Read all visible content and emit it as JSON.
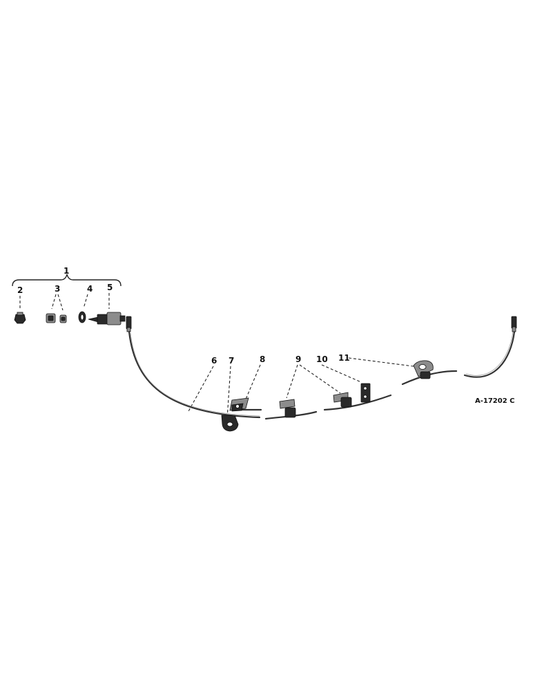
{
  "callouts": {
    "c1": "1",
    "c2": "2",
    "c3": "3",
    "c4": "4",
    "c5": "5",
    "c6": "6",
    "c7": "7",
    "c8": "8",
    "c9": "9",
    "c10": "10",
    "c11": "11"
  },
  "figure_id": "A-17202 C",
  "colors": {
    "ink": "#222222",
    "paper": "#ffffff"
  }
}
